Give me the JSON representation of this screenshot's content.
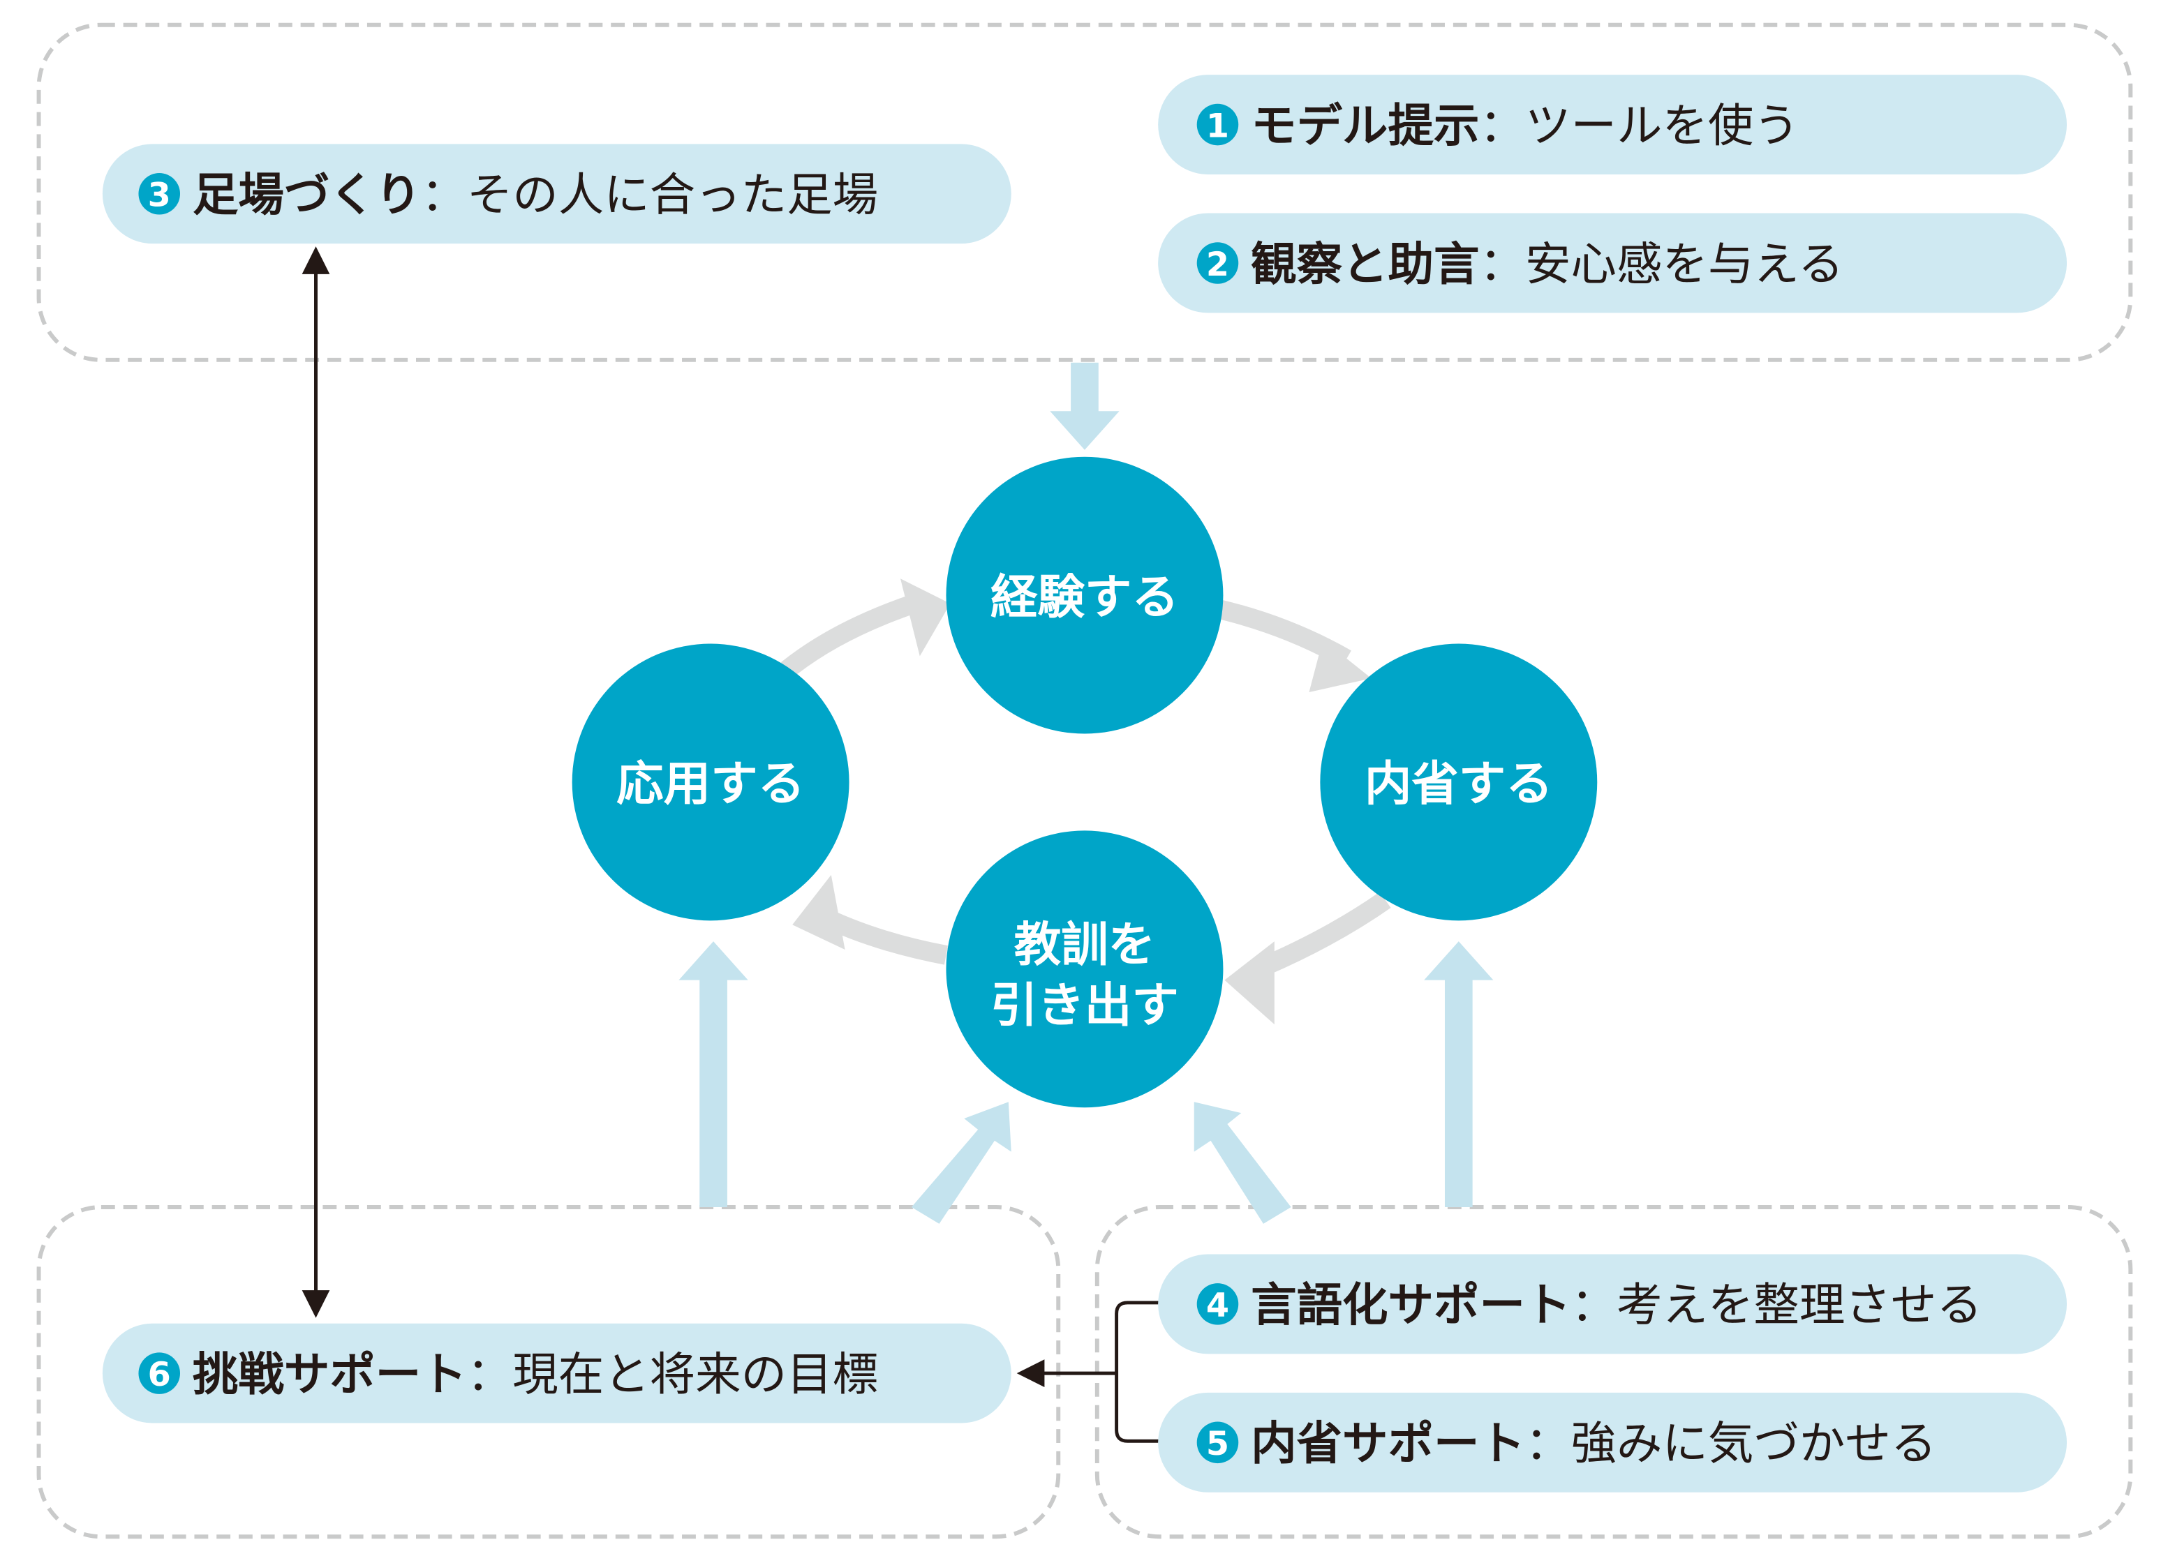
{
  "colors": {
    "node_fill": "#00a5c8",
    "pill_fill": "#cfe9f2",
    "light_arrow": "#c4e3ee",
    "cycle_arrow": "#dcdddd",
    "dashed_border": "#c9caca",
    "connector": "#231815",
    "text": "#231815",
    "node_text": "#ffffff"
  },
  "cycle": {
    "nodes": [
      {
        "id": "experience",
        "label_lines": [
          "経験する"
        ]
      },
      {
        "id": "reflect",
        "label_lines": [
          "内省する"
        ]
      },
      {
        "id": "lesson",
        "label_lines": [
          "教訓を",
          "引き出す"
        ]
      },
      {
        "id": "apply",
        "label_lines": [
          "応用する"
        ]
      }
    ]
  },
  "supports": [
    {
      "number": "1",
      "title": "モデル提示",
      "separator": "：",
      "description": "ツールを使う",
      "group": "top"
    },
    {
      "number": "2",
      "title": "観察と助言",
      "separator": "：",
      "description": "安心感を与える",
      "group": "top"
    },
    {
      "number": "3",
      "title": "足場づくり",
      "separator": "：",
      "description": "その人に合った足場",
      "group": "top"
    },
    {
      "number": "4",
      "title": "言語化サポート",
      "separator": "：",
      "description": "考えを整理させる",
      "group": "bottom-right"
    },
    {
      "number": "5",
      "title": "内省サポート",
      "separator": "：",
      "description": "強みに気づかせる",
      "group": "bottom-right"
    },
    {
      "number": "6",
      "title": "挑戦サポート",
      "separator": "：",
      "description": "現在と将来の目標",
      "group": "bottom-left"
    }
  ]
}
